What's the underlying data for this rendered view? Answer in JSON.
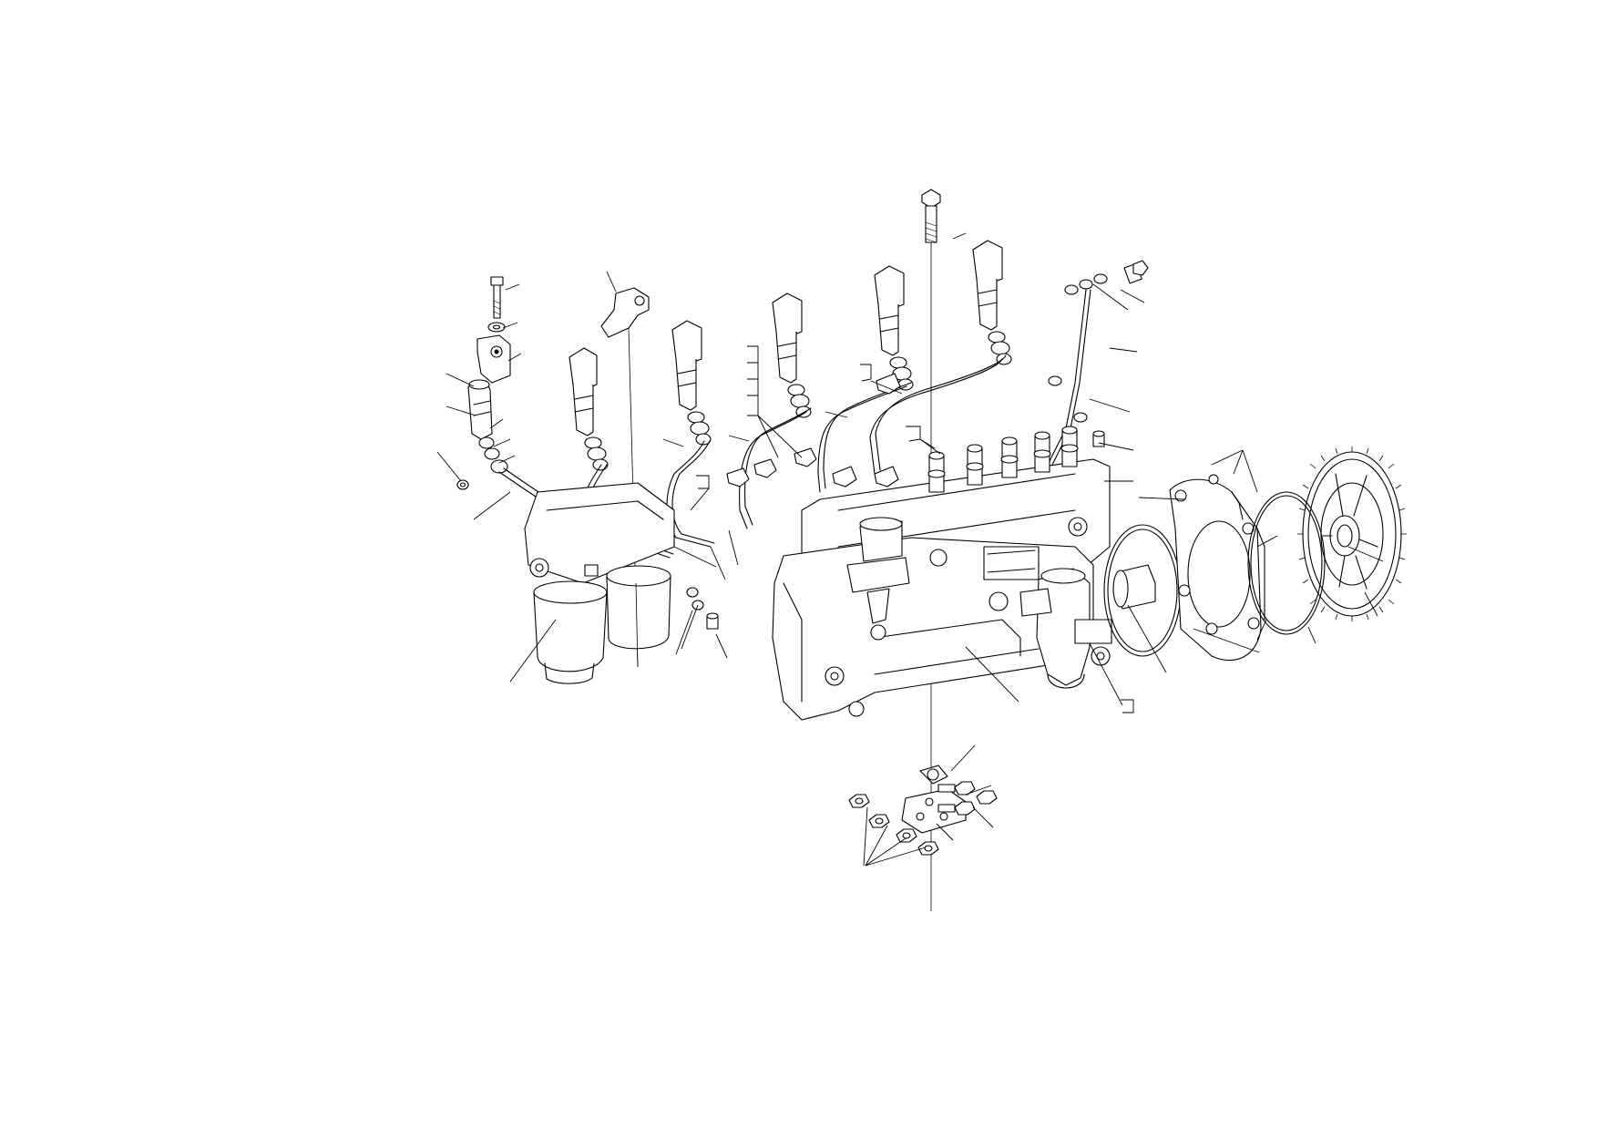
{
  "drawing": {
    "type": "exploded-assembly-view",
    "line_color": "#000000",
    "background": "#ffffff",
    "components": [
      "long-bolt",
      "injector-clamp-bolt",
      "washer",
      "injector-clamp",
      "fuel-injector-1",
      "fuel-injector-2",
      "fuel-injector-3",
      "fuel-injector-4",
      "fuel-injector-5",
      "fuel-injector-6",
      "fuel-lines",
      "line-clamps",
      "lifting-bracket",
      "fuel-filters",
      "injection-pump-body",
      "overflow-valve",
      "governor",
      "pump-support-bracket",
      "drive-flange",
      "gasket",
      "adapter-plate",
      "o-ring",
      "drive-gear",
      "banjo-bolts",
      "sealing-washers",
      "nuts"
    ]
  }
}
